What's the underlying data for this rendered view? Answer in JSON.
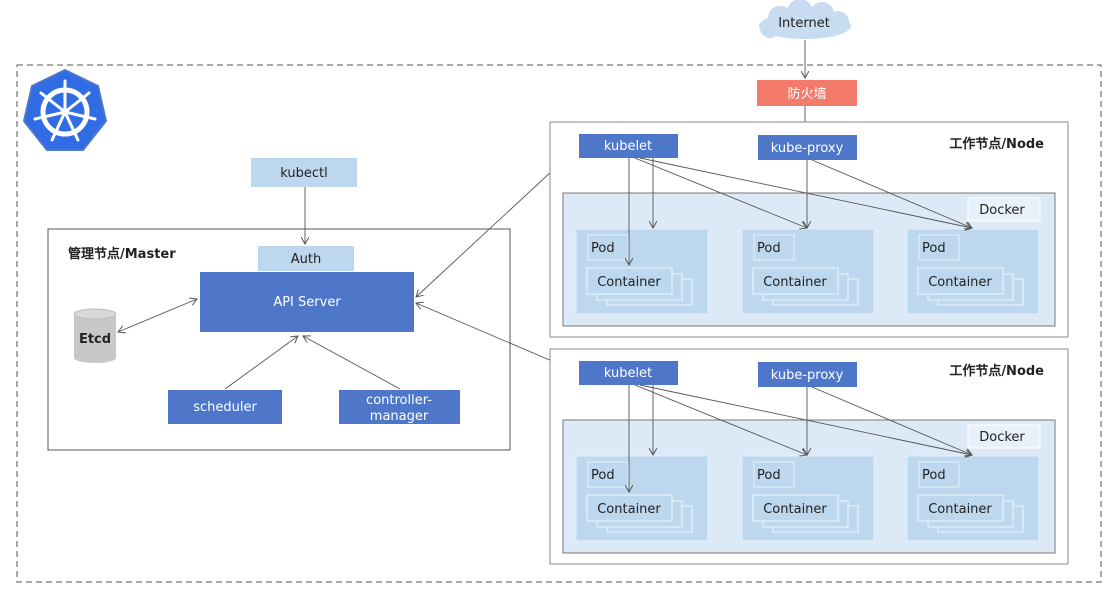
{
  "colors": {
    "blue": "#4f77c9",
    "light_blue": "#bcd7ee",
    "firewall": "#f47a6a",
    "docker_bg": "#dce9f6",
    "pod_bg": "#bcd7ee",
    "etcd": "#c8c8c8",
    "cloud": "#c7dcf0"
  },
  "logo": {
    "icon": "kubernetes-helm-wheel"
  },
  "internet": {
    "label": "Internet"
  },
  "firewall": {
    "label": "防火墙"
  },
  "master": {
    "title": "管理节点/Master",
    "kubectl": "kubectl",
    "auth": "Auth",
    "api_server": "API Server",
    "etcd": "Etcd",
    "scheduler": "scheduler",
    "controller_manager_line1": "controller-",
    "controller_manager_line2": "manager"
  },
  "nodes": [
    {
      "title": "工作节点/Node",
      "kubelet": "kubelet",
      "kube_proxy": "kube-proxy",
      "docker": "Docker",
      "pods": [
        {
          "label": "Pod",
          "container": "Container"
        },
        {
          "label": "Pod",
          "container": "Container"
        },
        {
          "label": "Pod",
          "container": "Container"
        }
      ]
    },
    {
      "title": "工作节点/Node",
      "kubelet": "kubelet",
      "kube_proxy": "kube-proxy",
      "docker": "Docker",
      "pods": [
        {
          "label": "Pod",
          "container": "Container"
        },
        {
          "label": "Pod",
          "container": "Container"
        },
        {
          "label": "Pod",
          "container": "Container"
        }
      ]
    }
  ]
}
